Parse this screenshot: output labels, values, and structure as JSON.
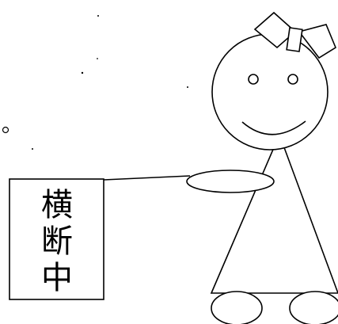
{
  "sign": {
    "line_1": "横",
    "line_2": "断",
    "line_3": "中"
  },
  "colors": {
    "ink": "#000000",
    "paper": "#ffffff"
  }
}
